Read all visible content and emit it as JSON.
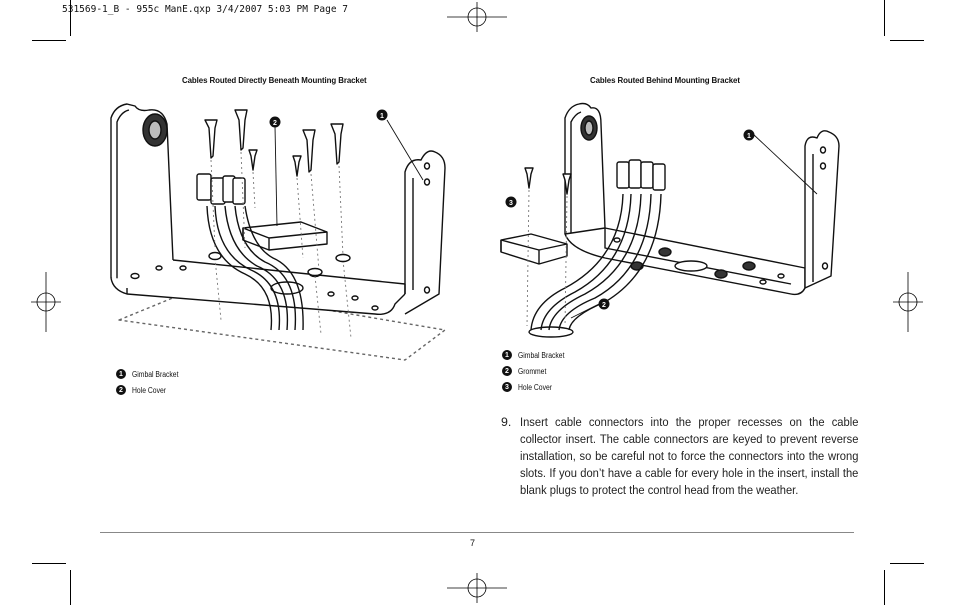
{
  "slug": "531569-1_B - 955c ManE.qxp  3/4/2007  5:03 PM  Page 7",
  "left_figure": {
    "caption": "Cables Routed Directly Beneath Mounting Bracket",
    "callouts": [
      "1",
      "2"
    ],
    "legend": [
      {
        "num": "1",
        "label": "Gimbal Bracket"
      },
      {
        "num": "2",
        "label": "Hole Cover"
      }
    ]
  },
  "right_figure": {
    "caption": "Cables Routed Behind Mounting Bracket",
    "callouts": [
      "1",
      "2",
      "3"
    ],
    "legend": [
      {
        "num": "1",
        "label": "Gimbal Bracket"
      },
      {
        "num": "2",
        "label": "Grommet"
      },
      {
        "num": "3",
        "label": "Hole Cover"
      }
    ]
  },
  "step": {
    "number": "9.",
    "text": "Insert cable connectors into the proper recesses on the cable collector insert. The cable connectors are keyed to prevent reverse installation, so be careful not to force the connectors into the wrong slots. If you don’t have a cable for every hole in the insert, install the blank plugs to protect the control head from the weather."
  },
  "page_number": "7"
}
